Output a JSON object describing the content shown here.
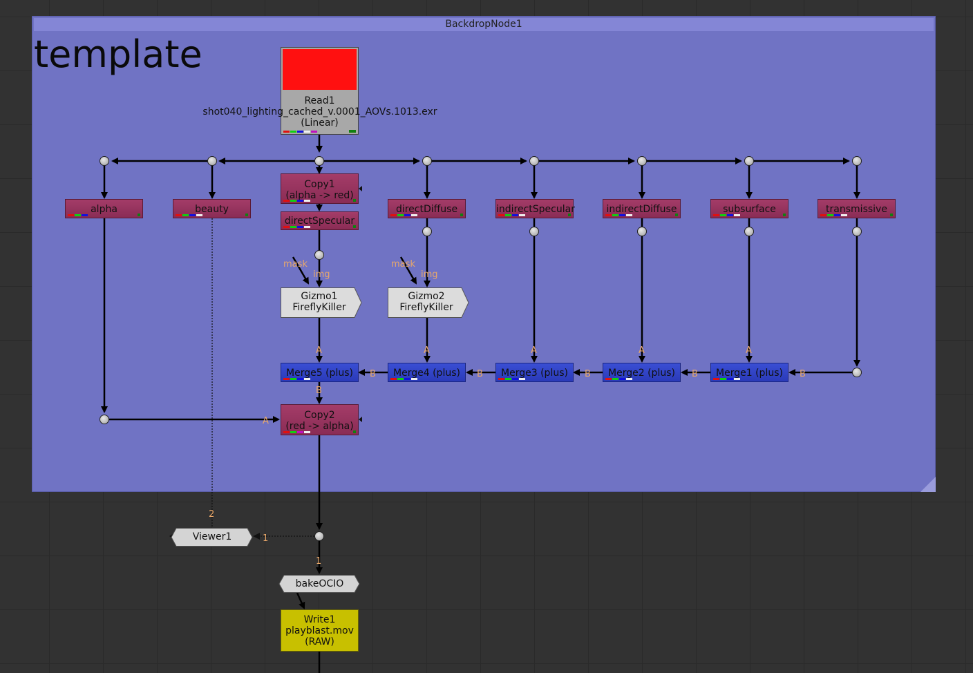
{
  "backdrop": {
    "title": "BackdropNode1",
    "label": "template",
    "color": "#7073c4"
  },
  "read": {
    "name": "Read1",
    "file": "shot040_lighting_cached_v.0001_AOVs.1013.exr",
    "colorspace": "(Linear)"
  },
  "shuffles": {
    "alpha": "alpha",
    "beauty": "beauty",
    "copy1_name": "Copy1",
    "copy1_mode": "(alpha -> red)",
    "directSpecular": "directSpecular",
    "directDiffuse": "directDiffuse",
    "indirectSpecular": "indirectSpecular",
    "indirectDiffuse": "indirectDiffuse",
    "subsurface": "subsurface",
    "transmissive": "transmissive"
  },
  "gizmos": [
    {
      "name": "Gizmo1",
      "type": "FireflyKiller"
    },
    {
      "name": "Gizmo2",
      "type": "FireflyKiller"
    }
  ],
  "merges": {
    "m5": "Merge5 (plus)",
    "m4": "Merge4 (plus)",
    "m3": "Merge3 (plus)",
    "m2": "Merge2 (plus)",
    "m1": "Merge1 (plus)"
  },
  "copy2": {
    "name": "Copy2",
    "mode": "(red -> alpha)"
  },
  "viewer": {
    "name": "Viewer1"
  },
  "bake": {
    "name": "bakeOCIO"
  },
  "write": {
    "name": "Write1",
    "file": "playblast.mov",
    "colorspace": "(RAW)"
  },
  "pins": {
    "mask": "mask",
    "img": "img",
    "A": "A",
    "B": "B",
    "one": "1",
    "two": "2"
  },
  "colors": {
    "shuffle": "#9a3460",
    "merge": "#3040c8",
    "write": "#c8c000",
    "read_thumb": "#ff1010"
  }
}
